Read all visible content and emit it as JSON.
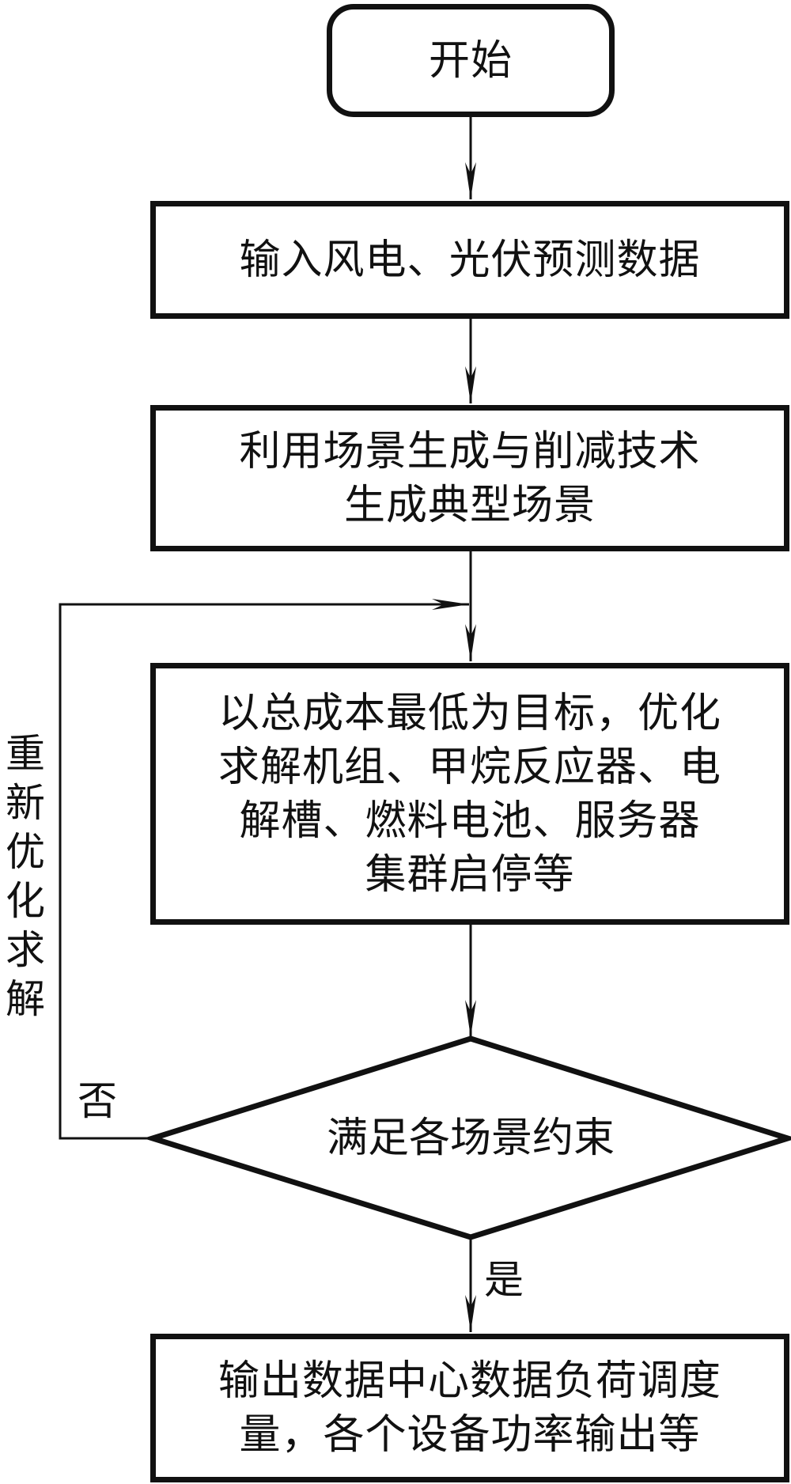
{
  "flowchart": {
    "start": {
      "label": "开始"
    },
    "steps": [
      {
        "id": "input-forecast",
        "lines": [
          "输入风电、光伏预测数据"
        ]
      },
      {
        "id": "scenario-generation",
        "lines": [
          "利用场景生成与削减技术",
          "生成典型场景"
        ]
      },
      {
        "id": "optimize",
        "lines": [
          "以总成本最低为目标，优化",
          "求解机组、甲烷反应器、电",
          "解槽、燃料电池、服务器",
          "集群启停等"
        ]
      }
    ],
    "decision": {
      "label": "满足各场景约束",
      "yes_label": "是",
      "no_label": "否"
    },
    "loop_label_chars": [
      "重",
      "新",
      "优",
      "化",
      "求",
      "解"
    ],
    "end": {
      "lines": [
        "输出数据中心数据负荷调度",
        "量，各个设备功率输出等"
      ]
    }
  }
}
